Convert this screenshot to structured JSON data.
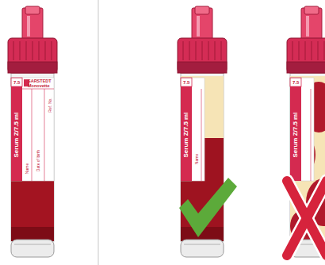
{
  "diagram": {
    "nodes": [
      {
        "text": [
          "7.5",
          "SARSTEDT Monovette",
          "Serum Z/7.5 ml",
          "Ref. No.",
          "Name",
          "Date of birth"
        ]
      },
      {
        "text": [
          "7.5",
          "Serum Z/7.5 ml",
          "Name"
        ]
      },
      {
        "text": [
          "7.5",
          "Serum Z/7.5 ml"
        ]
      }
    ]
  }
}
